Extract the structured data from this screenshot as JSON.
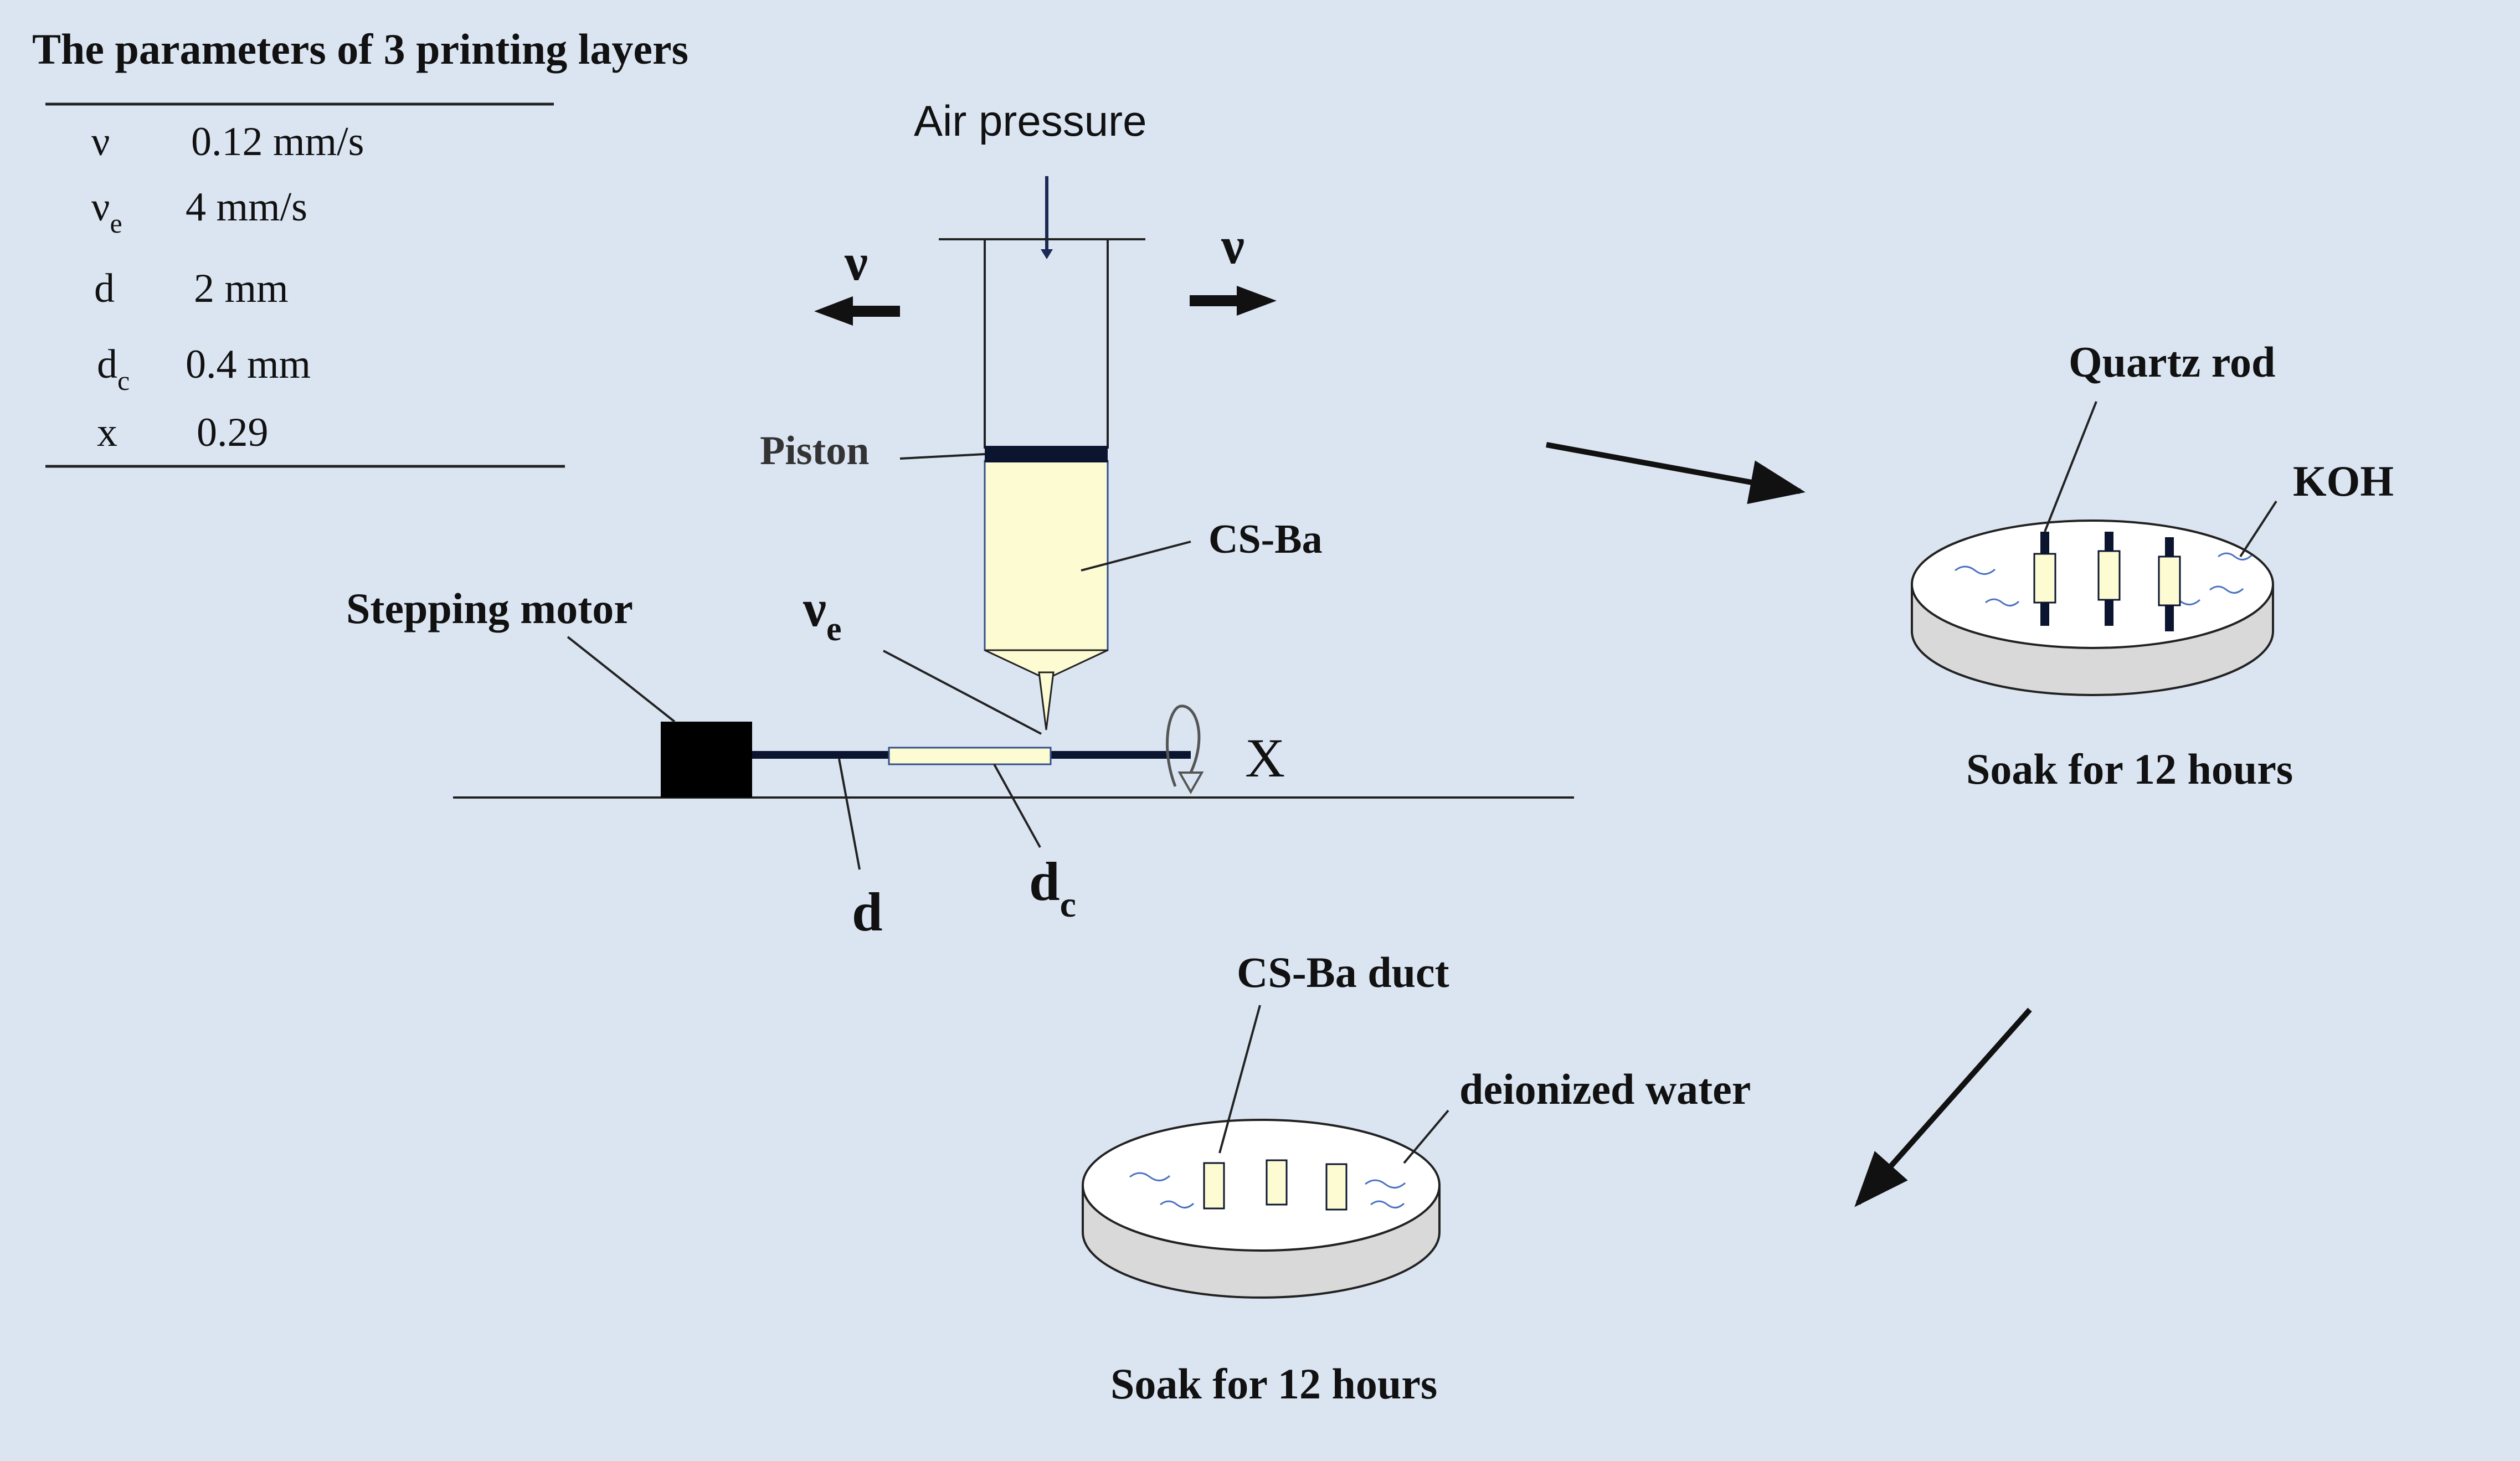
{
  "params": {
    "title": "The parameters of  3 printing layers",
    "rows": [
      {
        "sym": "ν",
        "sub": "",
        "value": "0.12 mm/s"
      },
      {
        "sym": "ν",
        "sub": "e",
        "value": "4 mm/s"
      },
      {
        "sym": "d",
        "sub": "",
        "value": "2 mm"
      },
      {
        "sym": "d",
        "sub": "c",
        "value": "0.4 mm"
      },
      {
        "sym": "x",
        "sub": "",
        "value": "0.29"
      }
    ]
  },
  "printer": {
    "air_pressure": "Air pressure",
    "velocity_left": "ν",
    "velocity_right": "ν",
    "piston": "Piston",
    "ink": "CS-Ba",
    "stepping_motor": "Stepping motor",
    "ve_sym": "ν",
    "ve_sub": "e",
    "x_axis": "X",
    "d": "d",
    "dc_sym": "d",
    "dc_sub": "c"
  },
  "koh_bath": {
    "rod_label": "Quartz rod",
    "solution": "KOH",
    "caption": "Soak for 12 hours"
  },
  "water_bath": {
    "duct_label": "CS-Ba  duct",
    "solution": "deionized water",
    "caption": "Soak for 12 hours"
  },
  "colors": {
    "background": "#dbe5f2",
    "ink_fill": "#fdfbd2",
    "ripple": "#4a72c4"
  }
}
